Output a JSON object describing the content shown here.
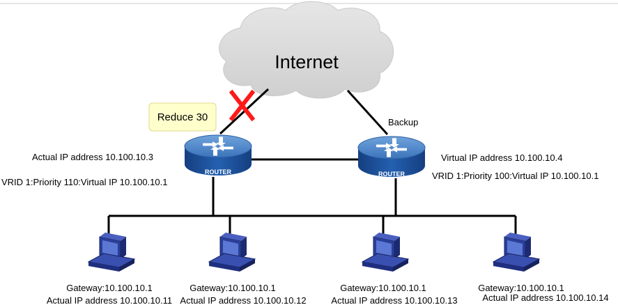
{
  "cloud": {
    "label": "Internet"
  },
  "note": {
    "label": "Reduce 30"
  },
  "master": {
    "device_label": "ROUTER",
    "actual_ip": "Actual IP address 10.100.10.3",
    "vrid": "VRID 1:Priority 110:Virtual IP  10.100.10.1"
  },
  "backup": {
    "device_label": "ROUTER",
    "role": "Backup",
    "virtual_ip": "Virtual IP address 10.100.10.4",
    "vrid": "VRID 1:Priority 100:Virtual IP  10.100.10.1"
  },
  "hosts": [
    {
      "gateway": "Gateway:10.100.10.1",
      "actual_ip": "Actual IP address 10.100.10.11"
    },
    {
      "gateway": "Gateway:10.100.10.1",
      "actual_ip": "Actual IP address 10.100.10.12"
    },
    {
      "gateway": "Gateway:10.100.10.1",
      "actual_ip": "Actual IP address 10.100.10.13"
    },
    {
      "gateway": "Gateway:10.100.10.1",
      "actual_ip": "Actual IP address 10.100.10.14"
    }
  ],
  "colors": {
    "cloud": "#d9d9d9",
    "router_top": "#4d86c8",
    "router_body": "#1c4f99",
    "pc": "#2b3f9a",
    "note_bg": "#ffffcc",
    "failure_mark": "#ff0000"
  }
}
